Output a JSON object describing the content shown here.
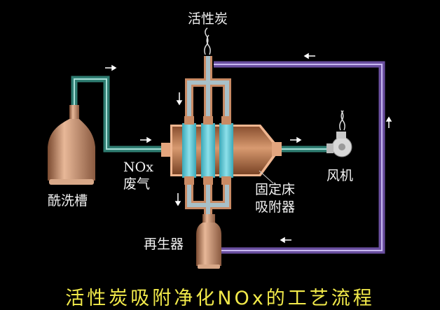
{
  "labels": {
    "activated_carbon": "活性炭",
    "nox_gas_line1": "NOx",
    "nox_gas_line2": "废气",
    "acid_tank": "酰洗槽",
    "fixed_bed_line1": "固定床",
    "fixed_bed_line2": "吸附器",
    "fan": "风机",
    "regenerator": "再生器"
  },
  "title": "活性炭吸附净化NOx的工艺流程",
  "colors": {
    "background": "#000000",
    "copper": "#c98a64",
    "teal_pipe": "#3f9a8c",
    "purple_pipe": "#9a7fd0",
    "adsorbent": "#5cc6d4",
    "title": "#f2ea4a"
  }
}
